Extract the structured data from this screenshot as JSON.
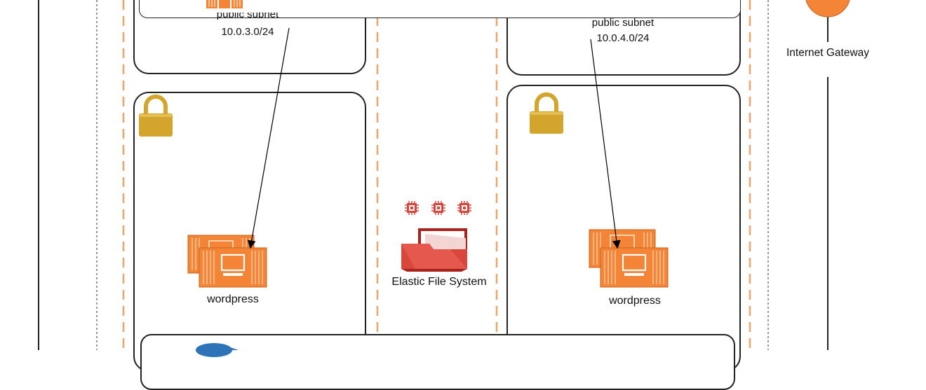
{
  "diagram": {
    "subnet_a": {
      "name": "public subnet",
      "cidr": "10.0.3.0/24"
    },
    "subnet_b": {
      "name": "public subnet",
      "cidr": "10.0.4.0/24"
    },
    "internet_gateway": "Internet Gateway",
    "instance_left": "wordpress",
    "instance_right": "wordpress",
    "efs": "Elastic File System"
  },
  "colors": {
    "orange": "#f58536",
    "orange_dark": "#c7621b",
    "lock": "#d4a52c",
    "efs_red": "#d9463c",
    "efs_red_dark": "#a8231c",
    "dashed_orange": "#f0a468",
    "blue": "#2e73b8"
  }
}
